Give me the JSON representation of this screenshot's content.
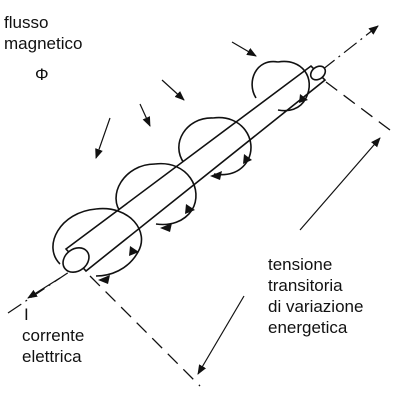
{
  "labels": {
    "flux_line1": "flusso",
    "flux_line2": "magnetico",
    "flux_symbol": "Φ",
    "current_symbol": "I",
    "current_line1": "corrente",
    "current_line2": "elettrica",
    "voltage_line1": "tensione",
    "voltage_line2": "transitoria",
    "voltage_line3": "di variazione",
    "voltage_line4": "energetica"
  }
}
